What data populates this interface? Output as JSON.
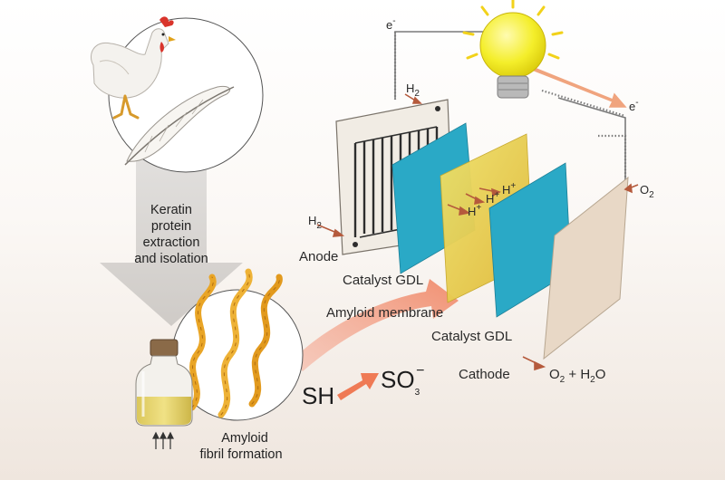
{
  "labels": {
    "keratin_step": [
      "Keratin",
      "protein",
      "extraction",
      "and isolation"
    ],
    "fibril_step": [
      "Amyloid",
      "fibril formation"
    ],
    "sh": "SH",
    "so3": "SO",
    "so3_sub": "3",
    "so3_sup": "−",
    "electron_left": "e",
    "electron_right": "e",
    "electron_sup": "-",
    "h2_top": "H",
    "h2_left": "H",
    "h2_sub": "2",
    "proton_1": "H",
    "proton_2": "H",
    "proton_3": "H",
    "proton_sup": "+",
    "o2": "O",
    "o2_sub": "2",
    "anode": "Anode",
    "catalyst_gdl_1": "Catalyst GDL",
    "amyloid_membrane": "Amyloid membrane",
    "catalyst_gdl_2": "Catalyst GDL",
    "cathode": "Cathode",
    "output": "O",
    "output_sub1": "2",
    "output_mid": " + H",
    "output_sub2": "2",
    "output_end": "O"
  },
  "colors": {
    "gdl": "#2aa9c6",
    "membrane": "#e8d24a",
    "bulb": "#f2ee1a",
    "arrow": "#f08a6a",
    "fibril": "#e9a526",
    "cathode": "#e8d8c6",
    "anode_frame": "#f1ece4",
    "wire": "#7a7a7a"
  },
  "icons": [
    "chicken-icon",
    "feather-icon",
    "light-bulb-icon",
    "bottle-icon",
    "amyloid-fibril-icon"
  ]
}
